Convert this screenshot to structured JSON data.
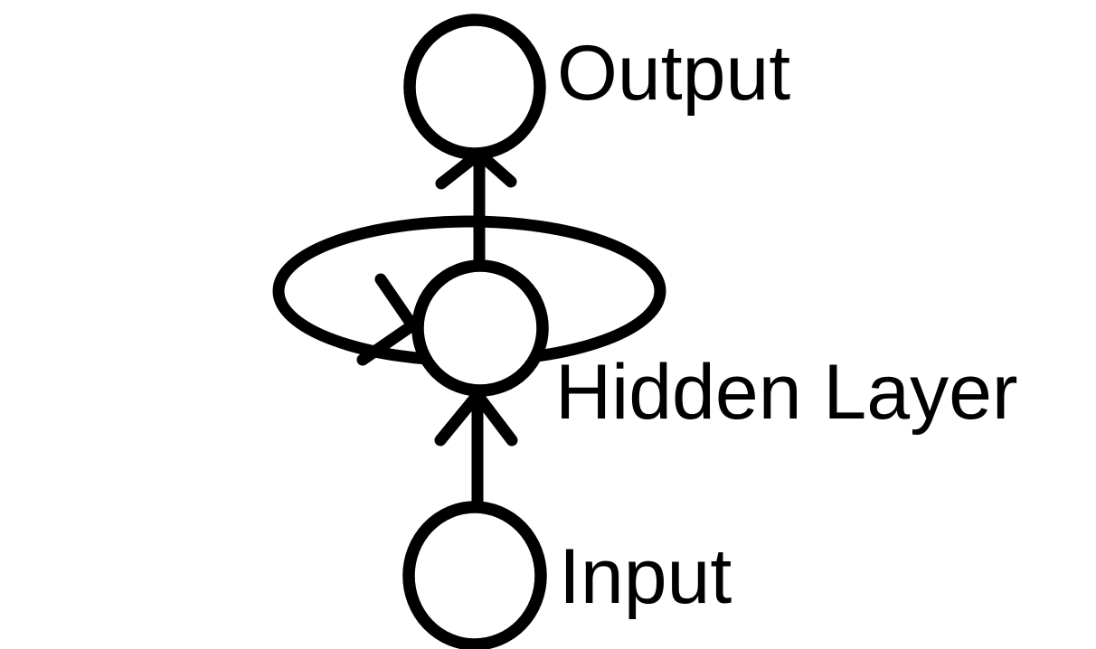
{
  "diagram": {
    "kind": "recurrent-neural-network",
    "background_color": "#ffffff",
    "line_color": "#000000",
    "node_fill_color": "#ffffff",
    "nodes": [
      {
        "id": "output",
        "label": "Output"
      },
      {
        "id": "hidden",
        "label": "Hidden Layer"
      },
      {
        "id": "input",
        "label": "Input"
      }
    ],
    "edges": [
      {
        "from": "input",
        "to": "hidden",
        "style": "arrow"
      },
      {
        "from": "hidden",
        "to": "output",
        "style": "arrow"
      },
      {
        "from": "hidden",
        "to": "hidden",
        "style": "self-loop-arrow"
      }
    ]
  }
}
